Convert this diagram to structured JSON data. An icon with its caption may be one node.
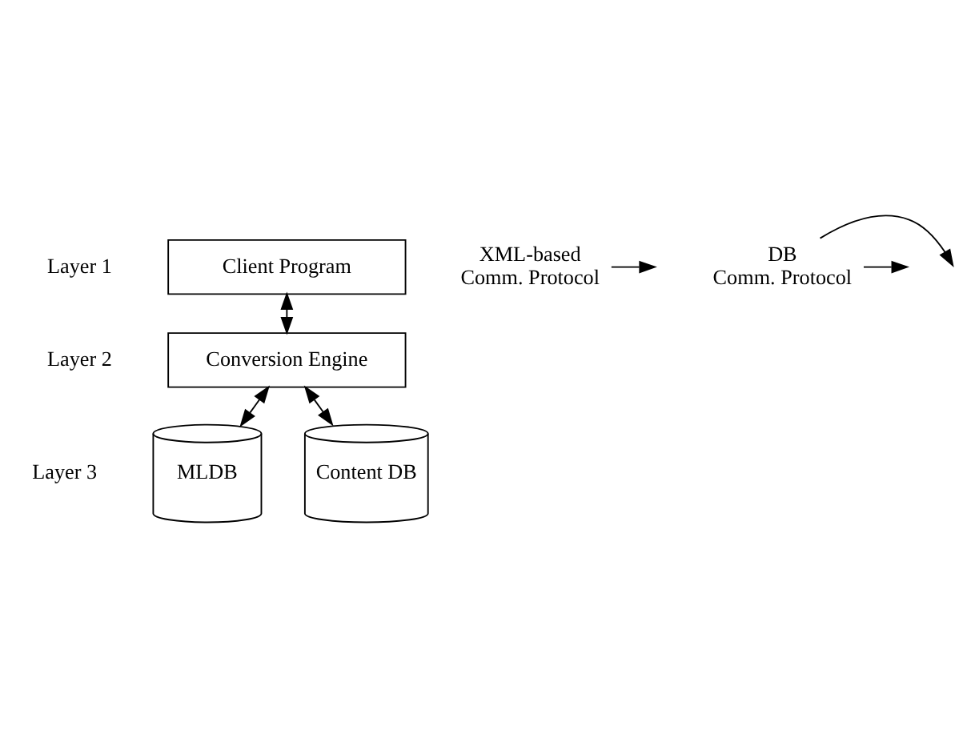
{
  "diagram": {
    "nodes": [
      {
        "text": [
          "Client Program"
        ]
      },
      {
        "text": [
          "Conversion Engine"
        ]
      },
      {
        "text": [
          "MLDB"
        ]
      },
      {
        "text": [
          "Content DB"
        ]
      },
      {
        "text": [
          "XML-based Comm. Protocol"
        ]
      },
      {
        "text": [
          "DB Comm. Protocol"
        ]
      }
    ],
    "edges": [
      {
        "from": 0,
        "to": 1,
        "arrow": "both"
      },
      {
        "from": 1,
        "to": 2,
        "arrow": "both"
      },
      {
        "from": 1,
        "to": 3,
        "arrow": "both"
      },
      {
        "from": 4,
        "to": null,
        "arrow": "to"
      },
      {
        "from": 5,
        "to": null,
        "arrow": "to"
      },
      {
        "from": 5,
        "to": null,
        "arrow": "to"
      }
    ],
    "labels": [
      "Layer 1",
      "Layer 2",
      "Layer 3"
    ]
  }
}
